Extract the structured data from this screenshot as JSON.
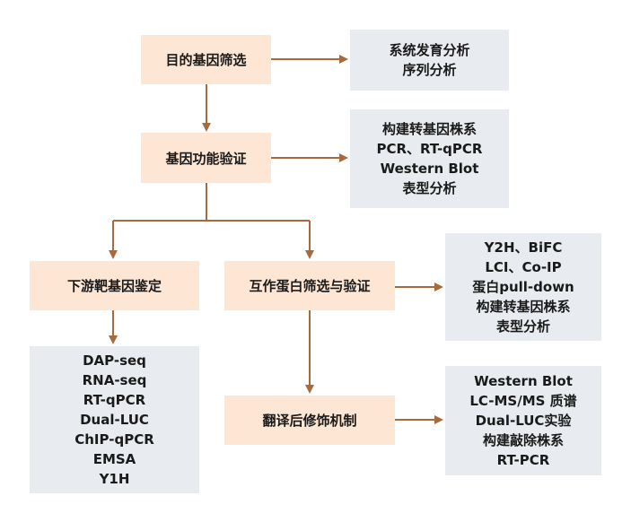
{
  "steps": {
    "target_gene_screening": "目的基因筛选",
    "gene_function_validation": "基因功能验证",
    "downstream_target_identification": "下游靶基因鉴定",
    "interacting_protein_screening": "互作蛋白筛选与验证",
    "post_translational_modification": "翻译后修饰机制"
  },
  "methods": {
    "screening": [
      "系统发育分析",
      "序列分析"
    ],
    "validation": [
      "构建转基因株系",
      "PCR、RT-qPCR",
      "Western Blot",
      "表型分析"
    ],
    "interaction": [
      "Y2H、BiFC",
      "LCI、Co-IP",
      "蛋白pull-down",
      "构建转基因株系",
      "表型分析"
    ],
    "downstream": [
      "DAP-seq",
      "RNA-seq",
      "RT-qPCR",
      "Dual-LUC",
      "ChIP-qPCR",
      "EMSA",
      "Y1H"
    ],
    "ptm": [
      "Western Blot",
      "LC-MS/MS 质谱",
      "Dual-LUC实验",
      "构建敲除株系",
      "RT-PCR"
    ]
  },
  "colors": {
    "step_fill": "#fde6d3",
    "method_fill": "#e8ebef",
    "arrow": "#a86a3c"
  }
}
